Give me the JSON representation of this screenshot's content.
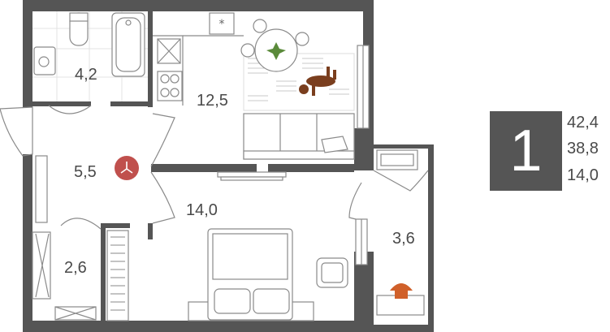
{
  "plan": {
    "rooms": [
      {
        "id": "bathroom",
        "area": "4,2"
      },
      {
        "id": "kitchen",
        "area": "12,5"
      },
      {
        "id": "hall",
        "area": "5,5"
      },
      {
        "id": "bedroom",
        "area": "14,0"
      },
      {
        "id": "storage",
        "area": "2,6"
      },
      {
        "id": "balcony",
        "area": "3,6"
      }
    ]
  },
  "summary": {
    "rooms_count": "1",
    "total_area": "42,4",
    "living_area": "38,8",
    "balcony_area": "14,0"
  },
  "colors": {
    "walls": "#555555",
    "lines": "#8a8a8a",
    "text": "#4a4a4a",
    "accent": "#c0504d",
    "plant": "#5a8a3a",
    "dog": "#7a3e1e",
    "chair": "#d0602a"
  }
}
